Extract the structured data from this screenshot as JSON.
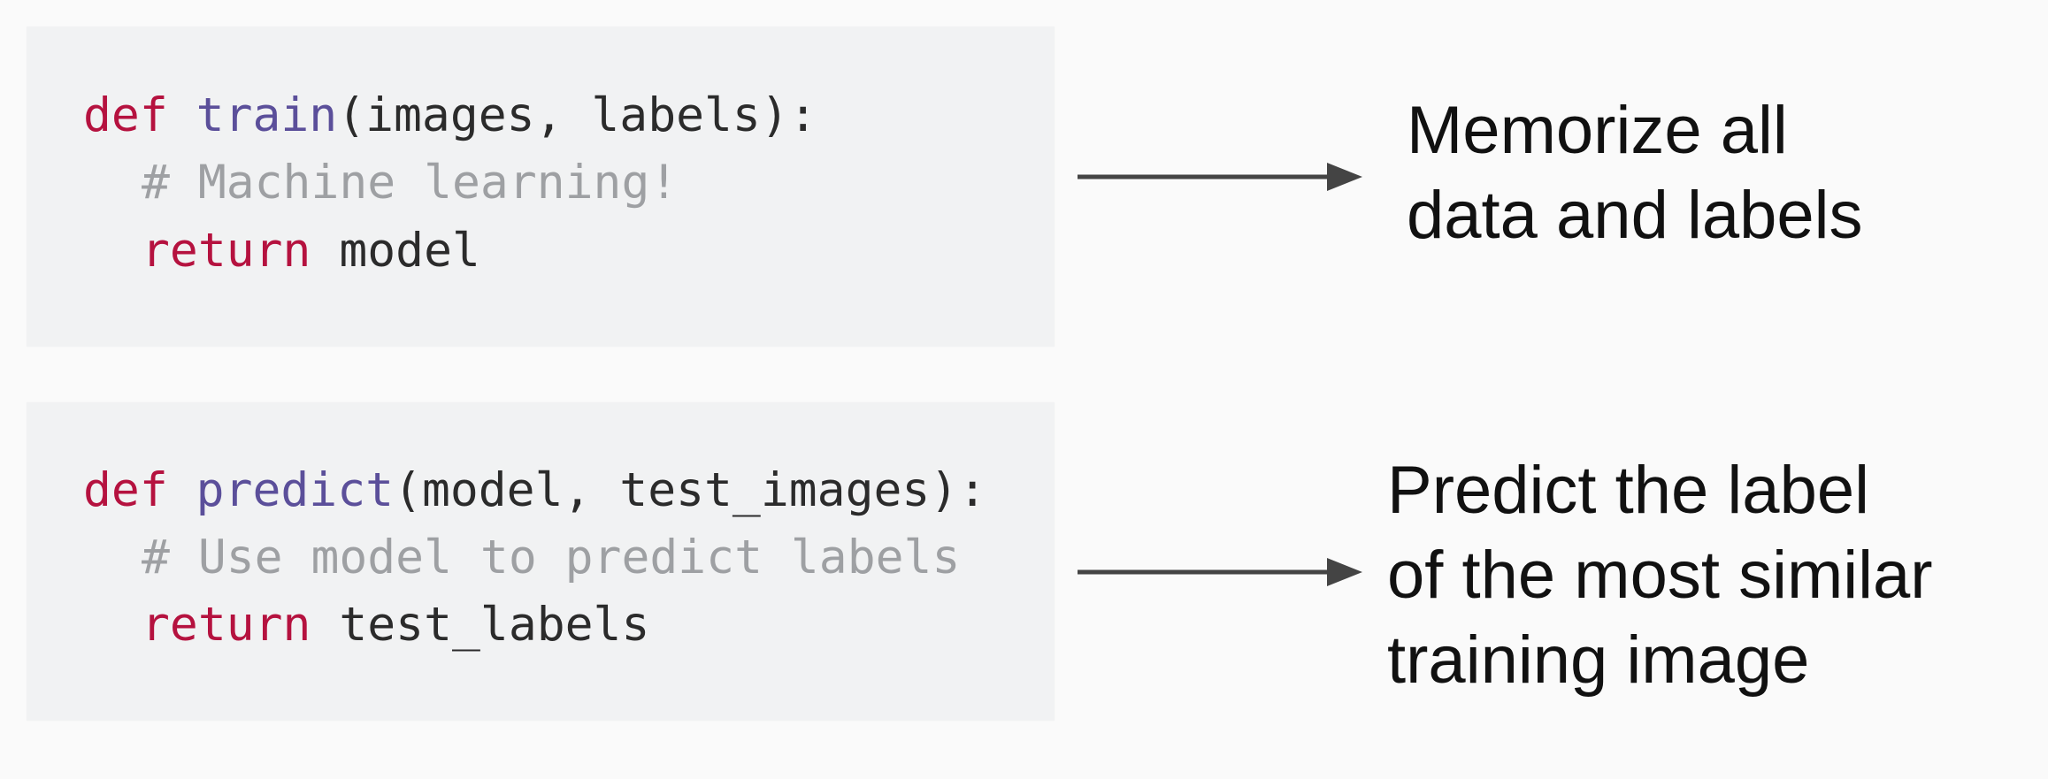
{
  "train_block": {
    "line1": {
      "kw": "def",
      "fn": "train",
      "rest": "(images, labels):"
    },
    "line2": {
      "comment": "# Machine learning!"
    },
    "line3": {
      "kw": "return",
      "rest": " model"
    }
  },
  "predict_block": {
    "line1": {
      "kw": "def",
      "fn": "predict",
      "rest": "(model, test_images):"
    },
    "line2": {
      "comment": "# Use model to predict labels"
    },
    "line3": {
      "kw": "return",
      "rest": " test_labels"
    }
  },
  "captions": {
    "train": [
      "Memorize all",
      "data and labels"
    ],
    "predict": [
      "Predict the label",
      "of the most similar",
      "training image"
    ]
  },
  "colors": {
    "keyword": "#b5123f",
    "function": "#5b4f9a",
    "comment": "#9ea0a3",
    "text": "#2b2b2b",
    "code_background": "#f1f2f3",
    "arrow": "#444444"
  }
}
